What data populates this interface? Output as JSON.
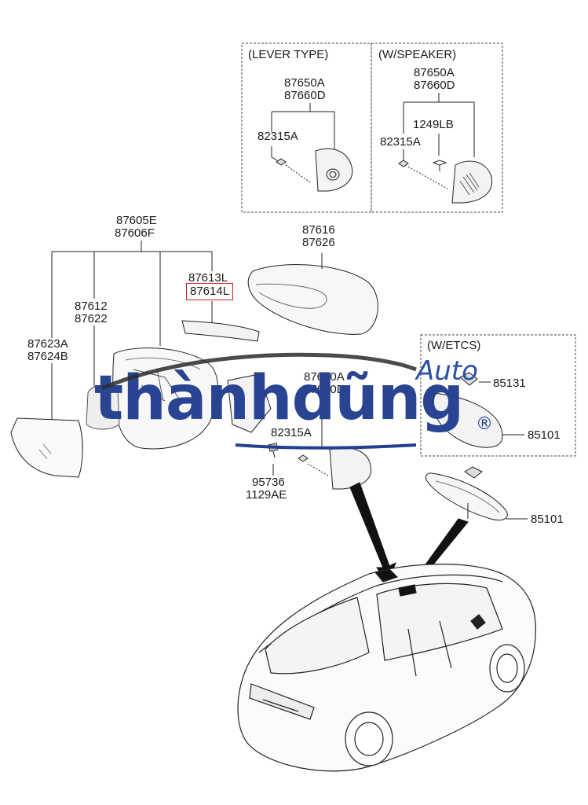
{
  "boxes": {
    "lever_type": {
      "title": "(LEVER TYPE)",
      "codes_top": "87650A",
      "codes_bottom": "87660D",
      "clip": "82315A"
    },
    "w_speaker": {
      "title": "(W/SPEAKER)",
      "codes_top": "87650A",
      "codes_bottom": "87660D",
      "bolt": "1249LB",
      "clip": "82315A"
    },
    "w_etcs": {
      "title": "(W/ETCS)",
      "sensor": "85131",
      "mirror": "85101"
    }
  },
  "labels": {
    "assembly_top": "87605E",
    "assembly_bottom": "87606F",
    "cover_top": "87616",
    "cover_bottom": "87626",
    "lamp_top": "87613L",
    "lamp_bottom": "87614L",
    "holder_top": "87612",
    "holder_bottom": "87622",
    "glass_top": "87623A",
    "glass_bottom": "87624B",
    "inner_top": "87650A",
    "inner_bottom": "87660D",
    "inner_clip": "82315A",
    "screw_top": "95736",
    "screw_bottom": "1129AE",
    "inside_mirror": "85101"
  },
  "watermark": {
    "brand": "thànhdũng",
    "sub": "Auto",
    "mark": "®"
  }
}
